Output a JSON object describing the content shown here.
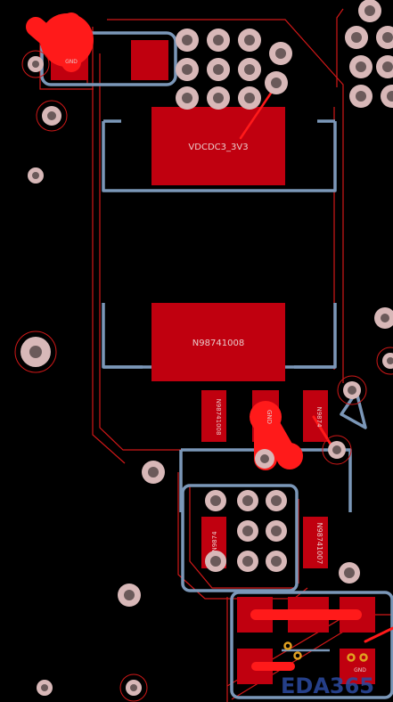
{
  "board": {
    "background_color": "#000000",
    "copper_color": "#c0000f",
    "trace_color": "#ff1a1a",
    "outline_color": "#d01818",
    "silkscreen_color": "#7b97b8",
    "via_ring_color": "#d8b8b8",
    "via_hole_color": "#6b5a5a"
  },
  "pads": {
    "top_gnd": "GND",
    "big_top": "VDCDC3_3V3",
    "big_mid": "N98741008",
    "small_left": "N98741008",
    "small_mid": "GND",
    "small_right": "N9874",
    "lower_left": "N9874",
    "lower_right": "N98741007",
    "bottom_gnd": "GND"
  },
  "watermark": {
    "text": "EDA365",
    "color": "#2c4aa0"
  }
}
